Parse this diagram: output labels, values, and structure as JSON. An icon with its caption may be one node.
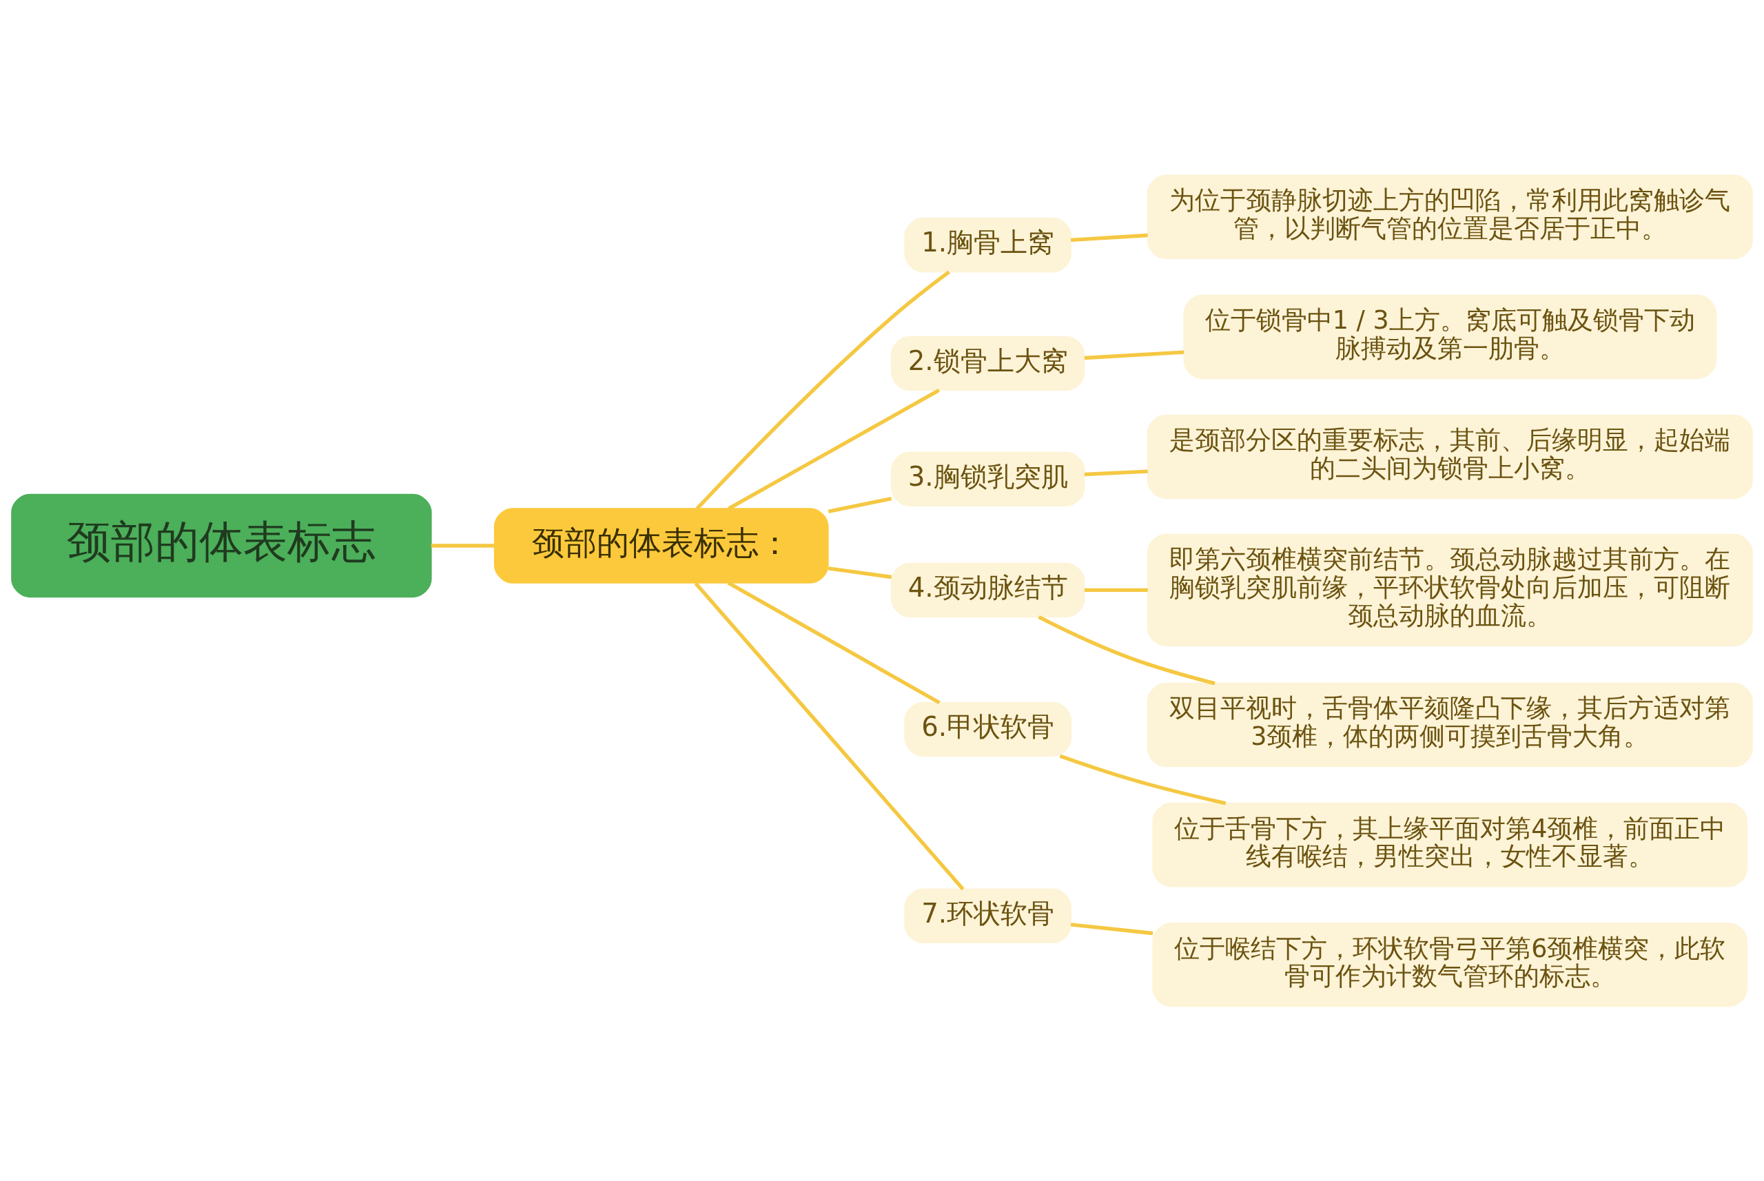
{
  "diagram": {
    "nodes": [
      {
        "text": [
          "颈部的体表标志"
        ]
      },
      {
        "text": [
          "颈部的体表标志："
        ]
      },
      {
        "text": [
          "1.胸骨上窝"
        ]
      },
      {
        "text": [
          "为位于颈静脉切迹上方的凹陷，常利用此窝触诊气管，以判断气管的位置是否居于正中。"
        ]
      },
      {
        "text": [
          "2.锁骨上大窝"
        ]
      },
      {
        "text": [
          "位于锁骨中1 / 3上方。窝底可触及锁骨下动脉搏动及第一肋骨。"
        ]
      },
      {
        "text": [
          "3.胸锁乳突肌"
        ]
      },
      {
        "text": [
          "是颈部分区的重要标志，其前、后缘明显，起始端的二头间为锁骨上小窝。"
        ]
      },
      {
        "text": [
          "4.颈动脉结节"
        ]
      },
      {
        "text": [
          "即第六颈椎横突前结节。颈总动脉越过其前方。在胸锁乳突肌前缘，平环状软骨处向后加压，可阻断颈总动脉的血流。"
        ]
      },
      {
        "text": [
          "双目平视时，舌骨体平颏隆凸下缘，其后方适对第3颈椎，体的两侧可摸到舌骨大角。"
        ]
      },
      {
        "text": [
          "6.甲状软骨"
        ]
      },
      {
        "text": [
          "位于舌骨下方，其上缘平面对第4颈椎，前面正中线有喉结，男性突出，女性不显著。"
        ]
      },
      {
        "text": [
          "7.环状软骨"
        ]
      },
      {
        "text": [
          "位于喉结下方，环状软骨弓平第6颈椎横突，此软骨可作为计数气管环的标志。"
        ]
      }
    ],
    "edges": [
      {
        "from": 0,
        "to": 1,
        "arrow": "none"
      },
      {
        "from": 1,
        "to": 2,
        "arrow": "none"
      },
      {
        "from": 1,
        "to": 4,
        "arrow": "none"
      },
      {
        "from": 1,
        "to": 6,
        "arrow": "none"
      },
      {
        "from": 1,
        "to": 8,
        "arrow": "none"
      },
      {
        "from": 1,
        "to": 11,
        "arrow": "none"
      },
      {
        "from": 1,
        "to": 13,
        "arrow": "none"
      },
      {
        "from": 2,
        "to": 3,
        "arrow": "none"
      },
      {
        "from": 4,
        "to": 5,
        "arrow": "none"
      },
      {
        "from": 6,
        "to": 7,
        "arrow": "none"
      },
      {
        "from": 8,
        "to": 9,
        "arrow": "none"
      },
      {
        "from": 8,
        "to": 10,
        "arrow": "none"
      },
      {
        "from": 11,
        "to": 12,
        "arrow": "none"
      },
      {
        "from": 13,
        "to": 14,
        "arrow": "none"
      }
    ]
  }
}
